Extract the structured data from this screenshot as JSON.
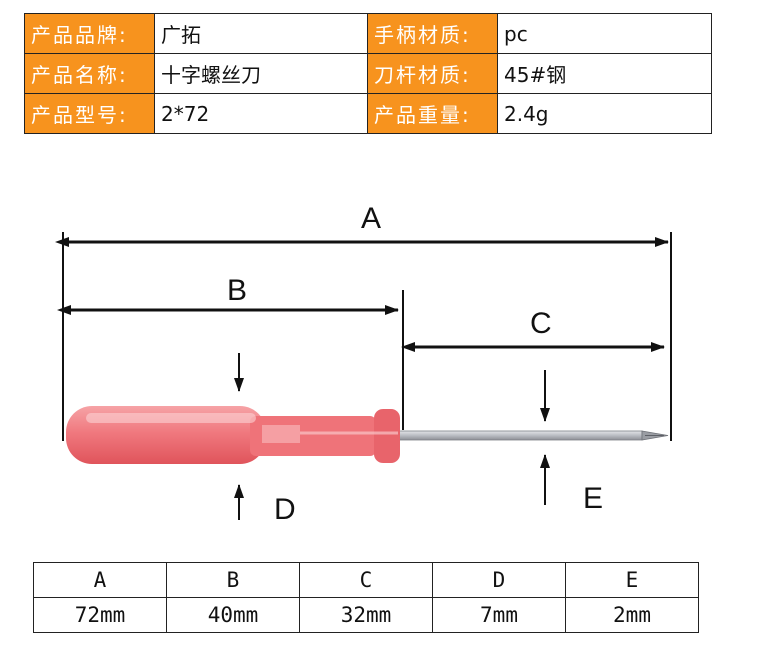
{
  "spec_table": {
    "rows": [
      {
        "label_left": "产品品牌:",
        "value_left": "广拓",
        "label_right": "手柄材质:",
        "value_right": "pc"
      },
      {
        "label_left": "产品名称:",
        "value_left": "十字螺丝刀",
        "label_right": "刀杆材质:",
        "value_right": "45#钢"
      },
      {
        "label_left": "产品型号:",
        "value_left": "2*72",
        "label_right": "产品重量:",
        "value_right": "2.4g"
      }
    ],
    "label_color": "#f7931e"
  },
  "diagram": {
    "labels": {
      "a": "A",
      "b": "B",
      "c": "C",
      "d": "D",
      "e": "E"
    },
    "handle_color": "#f0797f",
    "shaft_color": "#b9bcc2"
  },
  "dimension_table": {
    "headers": [
      "A",
      "B",
      "C",
      "D",
      "E"
    ],
    "values": [
      "72mm",
      "40mm",
      "32mm",
      "7mm",
      "2mm"
    ]
  }
}
